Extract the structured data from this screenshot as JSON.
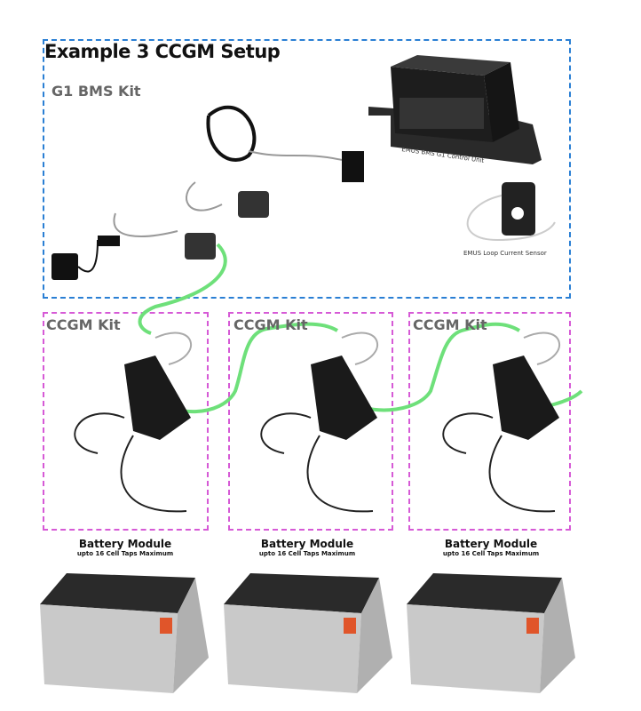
{
  "title": "Example 3 CCGM Setup",
  "bms_kit": {
    "label": "G1 BMS Kit",
    "control_unit_caption": "EMUS BMS G1 Control Unit",
    "current_sensor_caption": "EMUS Loop Current Sensor"
  },
  "ccgm_kits": [
    {
      "label": "CCGM Kit"
    },
    {
      "label": "CCGM Kit"
    },
    {
      "label": "CCGM Kit"
    }
  ],
  "battery_modules": [
    {
      "title": "Battery Module",
      "subtitle": "upto 16 Cell Taps Maximum"
    },
    {
      "title": "Battery Module",
      "subtitle": "upto 16 Cell Taps Maximum"
    },
    {
      "title": "Battery Module",
      "subtitle": "upto 16 Cell Taps Maximum"
    }
  ],
  "colors": {
    "bms_box": "#2a7fd4",
    "ccgm_box": "#d65ad6",
    "can_cable": "#6ee07a"
  }
}
